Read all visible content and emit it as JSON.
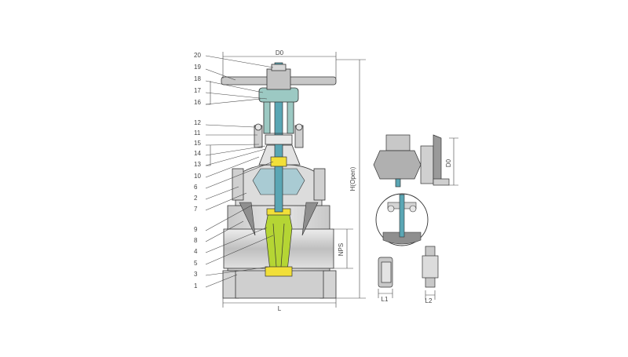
{
  "part_numbers": [
    "20",
    "19",
    "18",
    "17",
    "16",
    "12",
    "11",
    "15",
    "14",
    "13",
    "10",
    "6",
    "2",
    "7",
    "9",
    "8",
    "4",
    "5",
    "3",
    "1"
  ],
  "dimension_labels": {
    "d0_main": "D0",
    "h_open": "H(Open)",
    "nps": "NPS",
    "l": "L",
    "d0_side": "D0",
    "l1": "L1",
    "l2": "L2"
  },
  "colors": {
    "body_gray": "#d9d9d9",
    "body_dark": "#b3b3b3",
    "stem_teal": "#5aa6b4",
    "yoke_teal": "#9cc9c3",
    "gate_green": "#b5d534",
    "accent_yellow": "#f1df39",
    "line_dark": "#333333"
  }
}
